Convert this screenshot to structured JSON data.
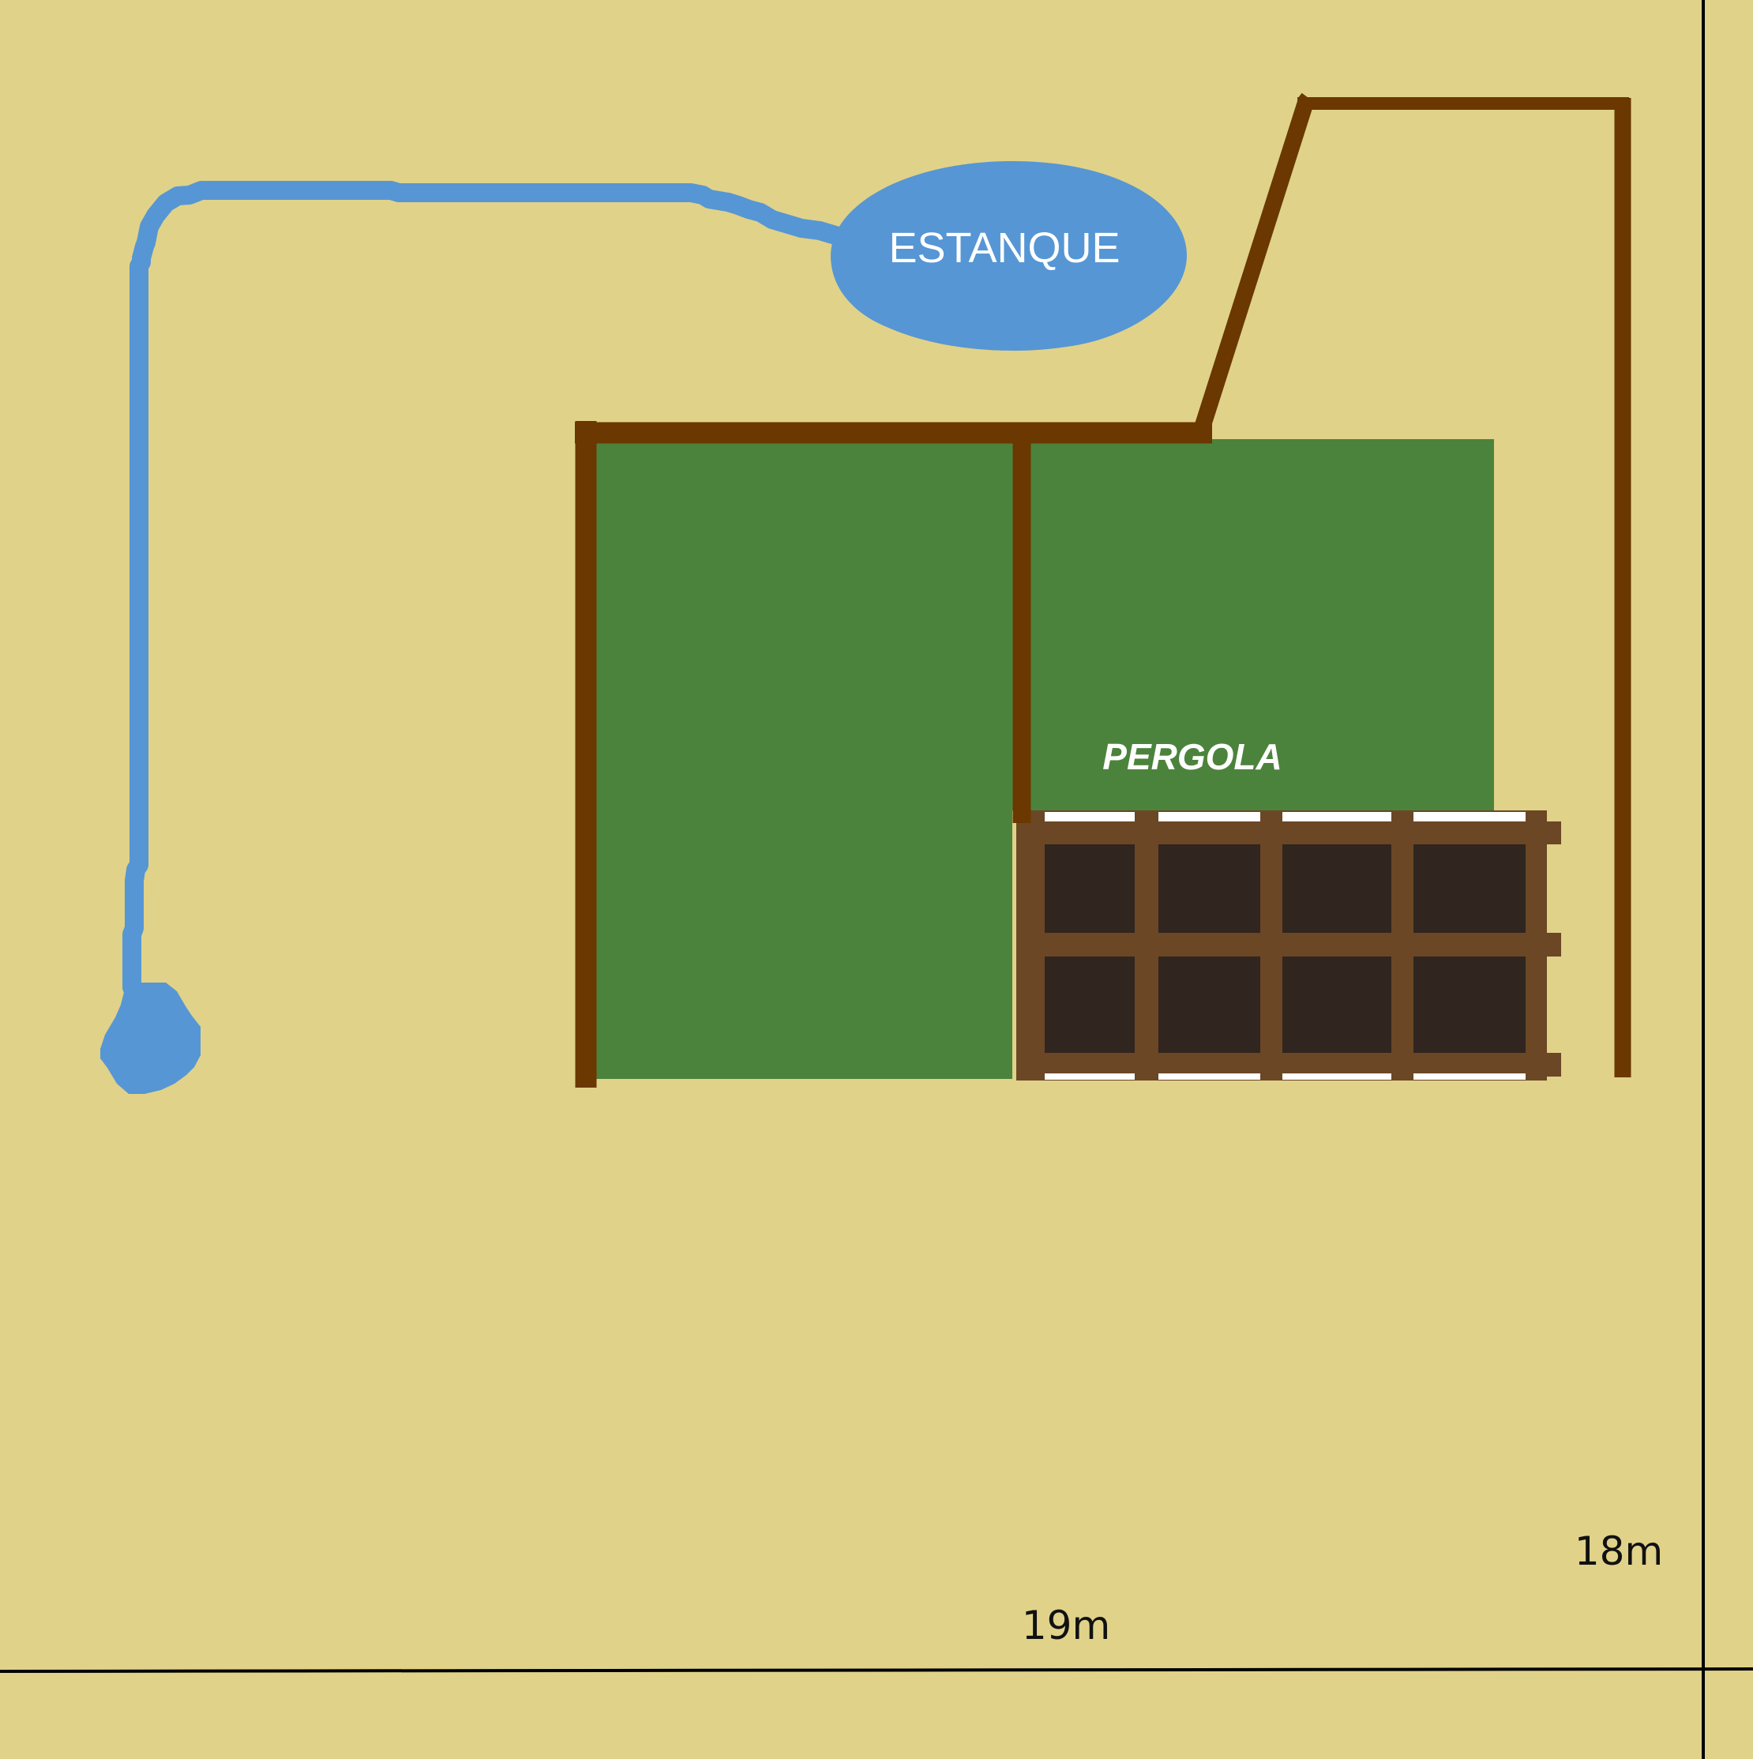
{
  "labels": {
    "pond": "ESTANQUE",
    "pergola": "PERGOLA",
    "width_measure": "19m",
    "depth_measure": "18m"
  },
  "colors": {
    "background": "#e0d289",
    "water": "#5696d4",
    "lawn": "#4c833c",
    "wall": "#6a3800",
    "pergola_wood": "#6b4726",
    "pergola_fill": "#30251f",
    "boundary": "#000000"
  },
  "icons": {
    "pond": "pond-ellipse",
    "stream": "stream-path",
    "spring": "spring-pool"
  }
}
